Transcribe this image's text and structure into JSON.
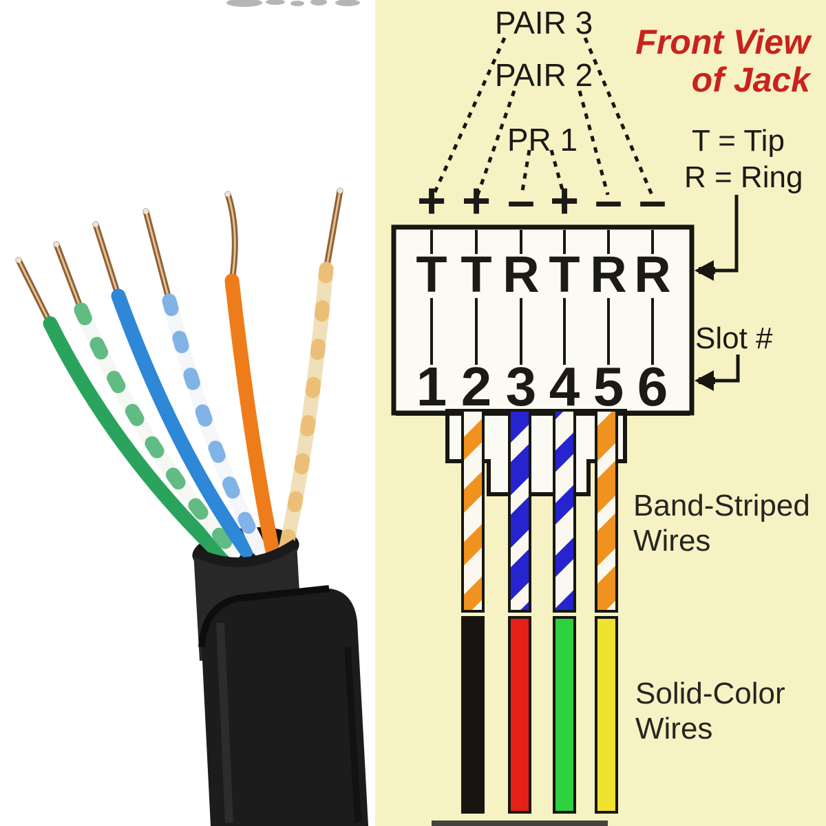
{
  "diagram": {
    "background": "#f6f2c4",
    "title_lines": [
      "Front View",
      "of Jack"
    ],
    "title_color": "#c8231d",
    "pair_labels": [
      "PAIR 3",
      "PAIR 2",
      "PR 1"
    ],
    "polarity": [
      "+",
      "+",
      "–",
      "+",
      "–",
      "–"
    ],
    "terminals": [
      "T",
      "T",
      "R",
      "T",
      "R",
      "R"
    ],
    "slot_numbers": [
      "1",
      "2",
      "3",
      "4",
      "5",
      "6"
    ],
    "legend": {
      "tip": "T = Tip",
      "ring": "R = Ring"
    },
    "slot_label": "Slot #",
    "band_label_lines": [
      "Band-Striped",
      "Wires"
    ],
    "solid_label_lines": [
      "Solid-Color",
      "Wires"
    ],
    "striped_wires": [
      {
        "name": "white-orange-striped",
        "bg": "#fbf9ef",
        "band": "#f0921f"
      },
      {
        "name": "blue-white-striped",
        "bg": "#2524cf",
        "band": "#fbf9ef"
      },
      {
        "name": "white-blue-striped",
        "bg": "#fbf9ef",
        "band": "#2524cf"
      },
      {
        "name": "orange-white-striped",
        "bg": "#f0921f",
        "band": "#fbf9ef"
      }
    ],
    "solid_wires": [
      {
        "name": "black",
        "color": "#161512"
      },
      {
        "name": "red",
        "color": "#e52017"
      },
      {
        "name": "green",
        "color": "#2ed13e"
      },
      {
        "name": "yellow",
        "color": "#efe32f"
      }
    ],
    "line_color": "#171611",
    "jack_fill": "#fbfaf3"
  },
  "photo": {
    "background": "#ffffff",
    "cable_jacket_color": "#1c1c1c",
    "wires": [
      {
        "name": "green",
        "color": "#2aa45c"
      },
      {
        "name": "white-green",
        "color": "#f5f7f2"
      },
      {
        "name": "blue",
        "color": "#2f87d7"
      },
      {
        "name": "white-blue",
        "color": "#f4f6fa"
      },
      {
        "name": "orange",
        "color": "#ee7c1b"
      },
      {
        "name": "white-orange",
        "color": "#efe0ba"
      }
    ],
    "copper_color": "#8f6036"
  }
}
